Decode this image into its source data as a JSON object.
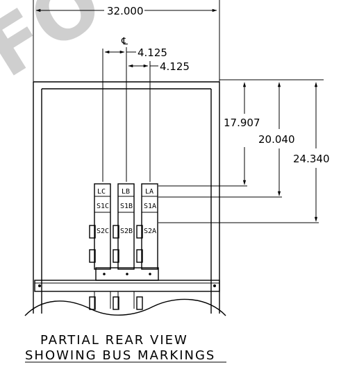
{
  "watermark": {
    "text": "FO",
    "color": "#c8c8c8"
  },
  "dimensions": {
    "overall_width": "32.000",
    "center_symbol": "℄",
    "spacing_1": "4.125",
    "spacing_2": "4.125",
    "height_1": "17.907",
    "height_2": "20.040",
    "height_3": "24.340"
  },
  "bus_markings": {
    "col_c": {
      "top": "LC",
      "mid": "S1C",
      "bottom": "S2C"
    },
    "col_b": {
      "top": "LB",
      "mid": "S1B",
      "bottom": "S2B"
    },
    "col_a": {
      "top": "LA",
      "mid": "S1A",
      "bottom": "S2A"
    }
  },
  "caption": {
    "line1": "PARTIAL REAR VIEW",
    "line2": "SHOWING BUS MARKINGS"
  }
}
